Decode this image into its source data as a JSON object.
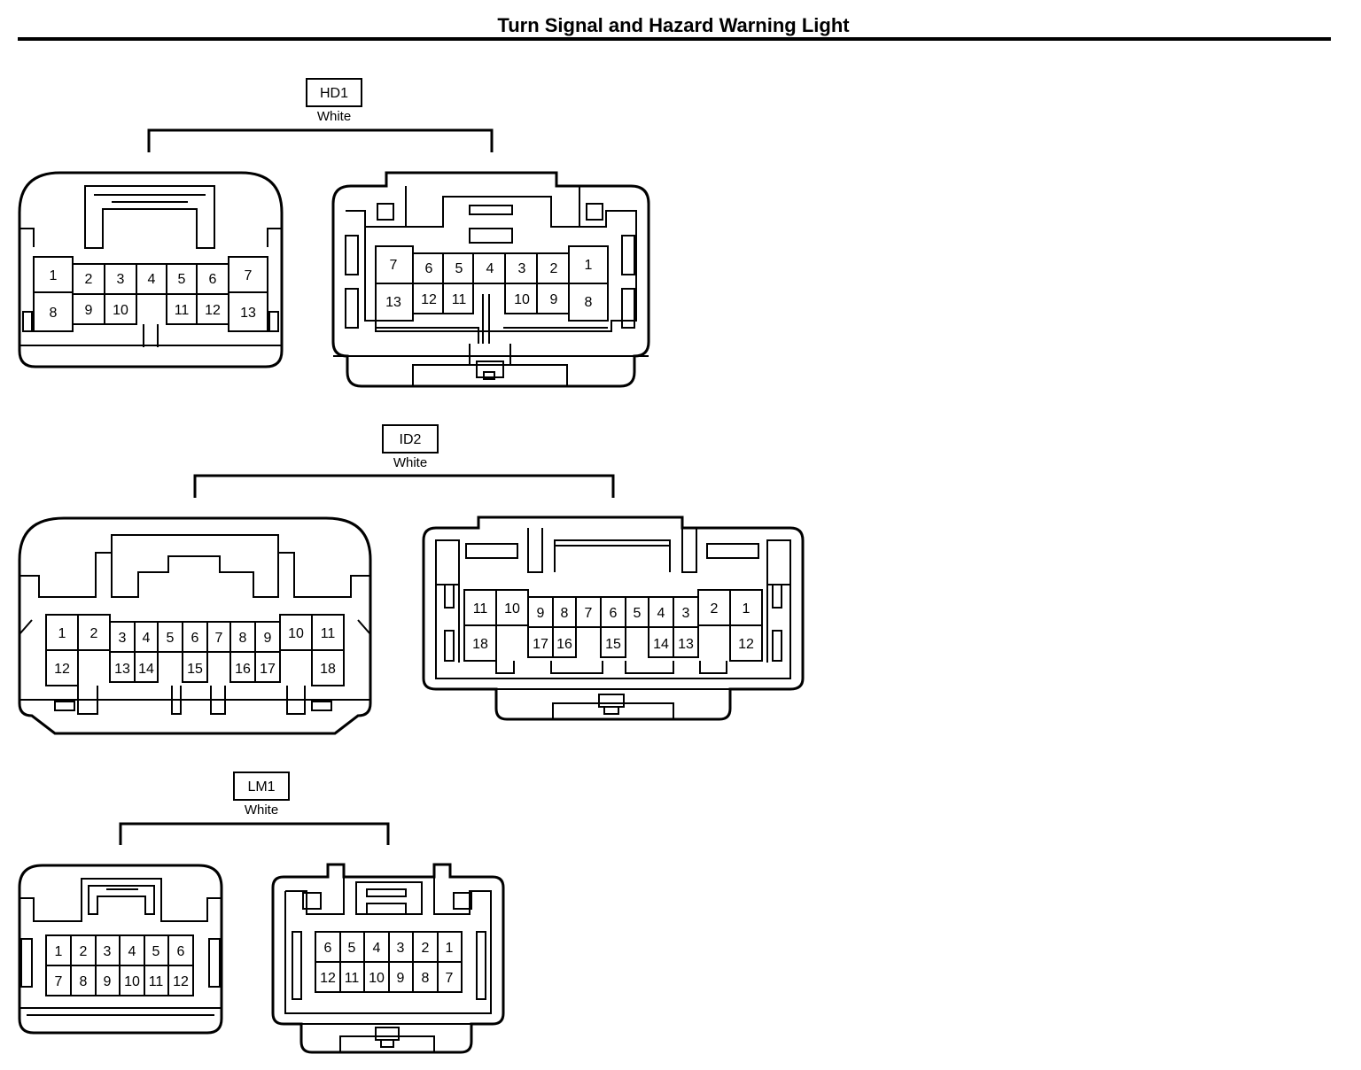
{
  "title": "Turn Signal and Hazard Warning Light",
  "connectors": [
    {
      "code": "HD1",
      "color": "White",
      "female_pins": [
        [
          "1",
          "2",
          "3",
          "4",
          "5",
          "6",
          "7"
        ],
        [
          "8",
          "9",
          "10",
          "11",
          "12",
          "13"
        ]
      ],
      "male_pins": [
        [
          "7",
          "6",
          "5",
          "4",
          "3",
          "2",
          "1"
        ],
        [
          "13",
          "12",
          "11",
          "10",
          "9",
          "8"
        ]
      ]
    },
    {
      "code": "ID2",
      "color": "White",
      "female_pins": [
        [
          "1",
          "2",
          "3",
          "4",
          "5",
          "6",
          "7",
          "8",
          "9",
          "10",
          "11"
        ],
        [
          "12",
          "13",
          "14",
          "15",
          "16",
          "17",
          "18"
        ]
      ],
      "male_pins": [
        [
          "11",
          "10",
          "9",
          "8",
          "7",
          "6",
          "5",
          "4",
          "3",
          "2",
          "1"
        ],
        [
          "18",
          "17",
          "16",
          "15",
          "14",
          "13",
          "12"
        ]
      ]
    },
    {
      "code": "LM1",
      "color": "White",
      "female_pins": [
        [
          "1",
          "2",
          "3",
          "4",
          "5",
          "6"
        ],
        [
          "7",
          "8",
          "9",
          "10",
          "11",
          "12"
        ]
      ],
      "male_pins": [
        [
          "6",
          "5",
          "4",
          "3",
          "2",
          "1"
        ],
        [
          "12",
          "11",
          "10",
          "9",
          "8",
          "7"
        ]
      ]
    }
  ]
}
